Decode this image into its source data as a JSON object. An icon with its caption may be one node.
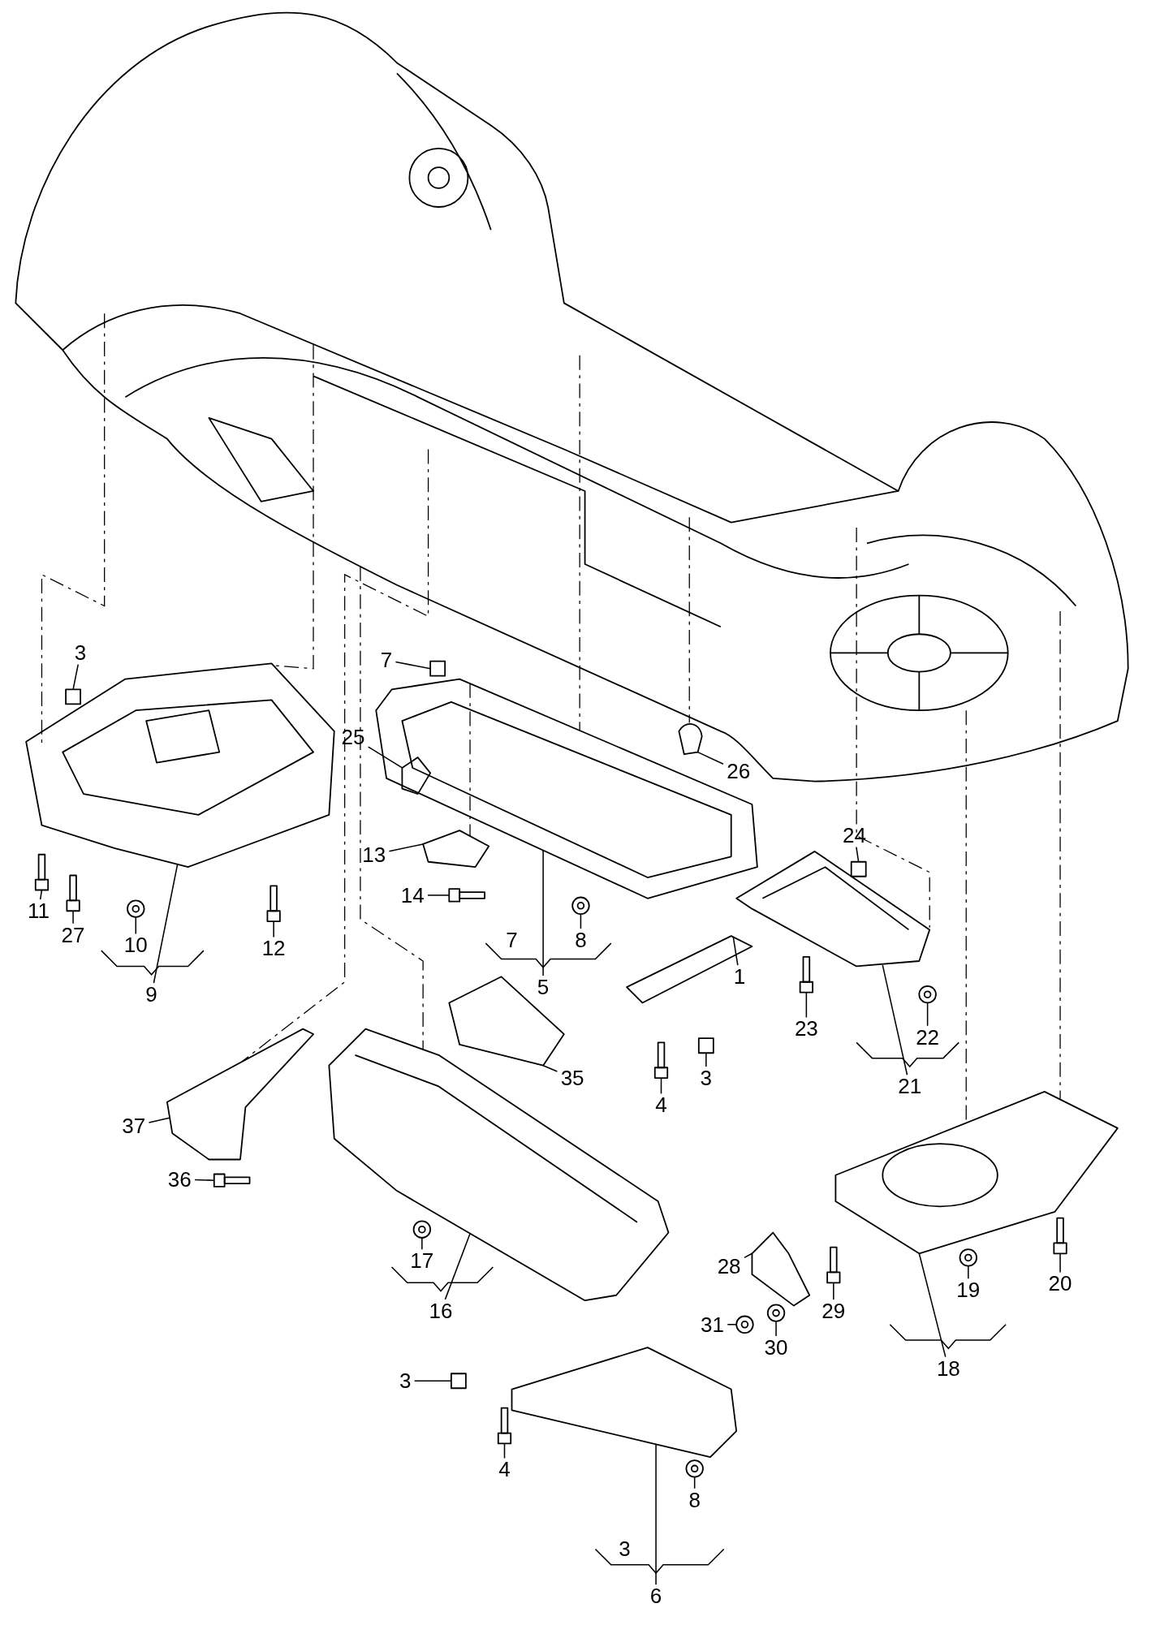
{
  "diagram": {
    "nodes": [
      {
        "text": [
          "3"
        ]
      },
      {
        "text": [
          "7"
        ]
      },
      {
        "text": [
          "25"
        ]
      },
      {
        "text": [
          "13"
        ]
      },
      {
        "text": [
          "26"
        ]
      },
      {
        "text": [
          "24"
        ]
      },
      {
        "text": [
          "11"
        ]
      },
      {
        "text": [
          "27"
        ]
      },
      {
        "text": [
          "14"
        ]
      },
      {
        "text": [
          "10"
        ]
      },
      {
        "text": [
          "12"
        ]
      },
      {
        "text": [
          "8"
        ]
      },
      {
        "text": [
          "9"
        ]
      },
      {
        "text": [
          "1"
        ]
      },
      {
        "text": [
          "5"
        ]
      },
      {
        "text": [
          "23"
        ]
      },
      {
        "text": [
          "22"
        ]
      },
      {
        "text": [
          "35"
        ]
      },
      {
        "text": [
          "3"
        ]
      },
      {
        "text": [
          "21"
        ]
      },
      {
        "text": [
          "4"
        ]
      },
      {
        "text": [
          "37"
        ]
      },
      {
        "text": [
          "36"
        ]
      },
      {
        "text": [
          "17"
        ]
      },
      {
        "text": [
          "28"
        ]
      },
      {
        "text": [
          "20"
        ]
      },
      {
        "text": [
          "19"
        ]
      },
      {
        "text": [
          "29"
        ]
      },
      {
        "text": [
          "16"
        ]
      },
      {
        "text": [
          "31"
        ]
      },
      {
        "text": [
          "30"
        ]
      },
      {
        "text": [
          "18"
        ]
      },
      {
        "text": [
          "3"
        ]
      },
      {
        "text": [
          "4"
        ]
      },
      {
        "text": [
          "8"
        ]
      },
      {
        "text": [
          "6"
        ]
      },
      {
        "text": [],
        "shape": "picture"
      },
      {
        "text": [],
        "shape": "picture"
      },
      {
        "text": [],
        "shape": "picture"
      },
      {
        "text": [],
        "shape": "picture",
        "in": 38
      },
      {
        "text": [],
        "shape": "picture"
      },
      {
        "text": [],
        "shape": "picture"
      },
      {
        "text": [],
        "shape": "picture"
      },
      {
        "text": [],
        "shape": "picture"
      },
      {
        "text": [],
        "shape": "picture"
      },
      {
        "text": [],
        "shape": "picture"
      },
      {
        "text": [],
        "shape": "picture"
      },
      {
        "text": [],
        "shape": "picture"
      },
      {
        "text": [],
        "shape": "picture"
      },
      {
        "text": [],
        "shape": "picture"
      },
      {
        "text": [],
        "shape": "box"
      },
      {
        "text": [],
        "shape": "box"
      },
      {
        "text": [],
        "shape": "box"
      },
      {
        "text": [],
        "shape": "picture"
      },
      {
        "text": [],
        "shape": "picture"
      },
      {
        "text": [],
        "shape": "picture"
      },
      {
        "text": [],
        "shape": "picture"
      },
      {
        "text": [],
        "shape": "picture"
      },
      {
        "text": [],
        "shape": "picture"
      },
      {
        "text": [],
        "shape": "picture"
      },
      {
        "text": [],
        "shape": "picture"
      },
      {
        "text": [],
        "shape": "box"
      },
      {
        "text": [],
        "shape": "picture"
      },
      {
        "text": [],
        "shape": "picture"
      },
      {
        "text": [],
        "shape": "picture"
      },
      {
        "text": [],
        "shape": "picture"
      },
      {
        "text": [],
        "shape": "picture"
      },
      {
        "text": [],
        "shape": "picture"
      },
      {
        "text": [],
        "shape": "picture"
      },
      {
        "text": [],
        "shape": "picture"
      },
      {
        "text": [],
        "shape": "box"
      },
      {
        "text": [],
        "shape": "picture"
      },
      {
        "text": [],
        "shape": "picture"
      }
    ],
    "edges": [
      {
        "from": 0,
        "to": 50,
        "arrow": "none"
      },
      {
        "from": 1,
        "to": 51,
        "arrow": "none"
      },
      {
        "from": 2,
        "to": 39,
        "arrow": "none"
      },
      {
        "from": 3,
        "to": 40,
        "arrow": "none"
      },
      {
        "from": 4,
        "to": 41,
        "arrow": "none"
      },
      {
        "from": 5,
        "to": 52,
        "arrow": "none"
      },
      {
        "from": 6,
        "to": 53,
        "arrow": "none"
      },
      {
        "from": 7,
        "to": 54,
        "arrow": "none"
      },
      {
        "from": 8,
        "to": 55,
        "arrow": "none"
      },
      {
        "from": 9,
        "to": 56,
        "arrow": "none"
      },
      {
        "from": 10,
        "to": 57,
        "arrow": "none"
      },
      {
        "from": 11,
        "to": 58,
        "arrow": "none"
      },
      {
        "from": 12,
        "to": 37,
        "arrow": "none"
      },
      {
        "from": 13,
        "to": 42,
        "arrow": "none"
      },
      {
        "from": 14,
        "to": 38,
        "arrow": "none"
      },
      {
        "from": 15,
        "to": 59,
        "arrow": "none"
      },
      {
        "from": 16,
        "to": 60,
        "arrow": "none"
      },
      {
        "from": 17,
        "to": 44,
        "arrow": "none"
      },
      {
        "from": 18,
        "to": 61,
        "arrow": "none"
      },
      {
        "from": 19,
        "to": 43,
        "arrow": "none"
      },
      {
        "from": 20,
        "to": 62,
        "arrow": "none"
      },
      {
        "from": 21,
        "to": 45,
        "arrow": "none"
      },
      {
        "from": 22,
        "to": 63,
        "arrow": "none"
      },
      {
        "from": 23,
        "to": 64,
        "arrow": "none"
      },
      {
        "from": 24,
        "to": 48,
        "arrow": "none"
      },
      {
        "from": 25,
        "to": 65,
        "arrow": "none"
      },
      {
        "from": 26,
        "to": 66,
        "arrow": "none"
      },
      {
        "from": 27,
        "to": 67,
        "arrow": "none"
      },
      {
        "from": 28,
        "to": 46,
        "arrow": "none"
      },
      {
        "from": 29,
        "to": 68,
        "arrow": "none"
      },
      {
        "from": 30,
        "to": 69,
        "arrow": "none"
      },
      {
        "from": 31,
        "to": 47,
        "arrow": "none"
      },
      {
        "from": 32,
        "to": 70,
        "arrow": "none"
      },
      {
        "from": 33,
        "to": 71,
        "arrow": "none"
      },
      {
        "from": 34,
        "to": 72,
        "arrow": "none"
      },
      {
        "from": 35,
        "to": 49,
        "arrow": "none"
      },
      {
        "from": 36,
        "to": 37,
        "arrow": "none",
        "style": "dashed"
      },
      {
        "from": 36,
        "to": 37,
        "arrow": "none",
        "style": "dashed"
      },
      {
        "from": 36,
        "to": 38,
        "arrow": "none",
        "style": "dashed"
      },
      {
        "from": 36,
        "to": 45,
        "arrow": "none",
        "style": "dashed"
      },
      {
        "from": 36,
        "to": 41,
        "arrow": "none",
        "style": "dashed"
      },
      {
        "from": 36,
        "to": 43,
        "arrow": "none",
        "style": "dashed"
      },
      {
        "from": 36,
        "to": 47,
        "arrow": "none",
        "style": "dashed"
      },
      {
        "from": 36,
        "to": 47,
        "arrow": "none",
        "style": "dashed"
      },
      {
        "from": 36,
        "to": 46,
        "arrow": "none",
        "style": "dashed"
      },
      {
        "from": 38,
        "to": 40,
        "arrow": "none",
        "style": "dashed"
      }
    ],
    "labels": [
      "7",
      "3"
    ]
  }
}
